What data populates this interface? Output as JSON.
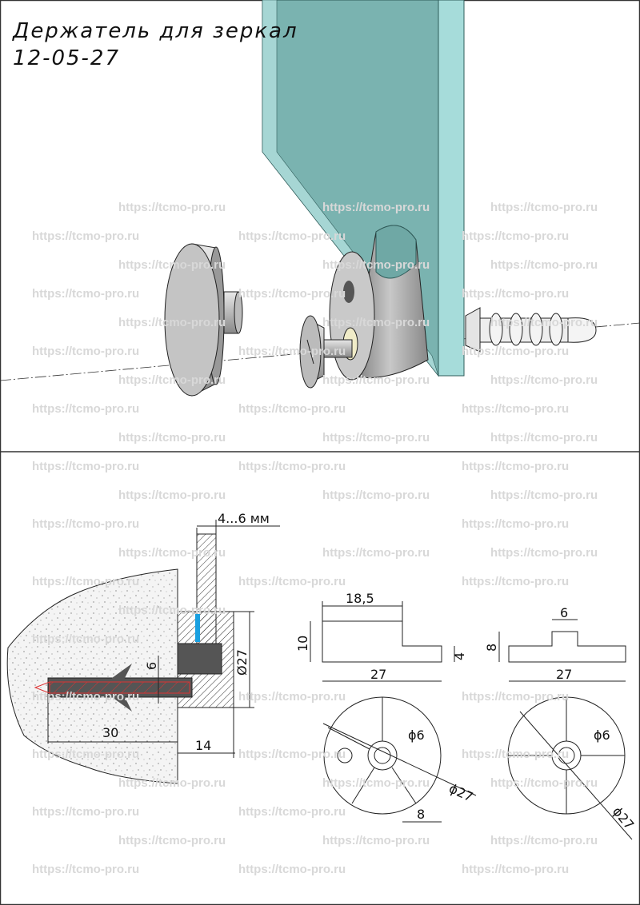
{
  "title": "Держатель для зеркал",
  "code": "12-05-27",
  "watermark": "https://tcmo-pro.ru",
  "section": {
    "glass_thickness": "4...6 мм",
    "diameter": "Ø27",
    "hole_dia": "6",
    "depth": "30",
    "height": "14"
  },
  "part1": {
    "top_width": "18,5",
    "height": "10",
    "width": "27",
    "step": "4",
    "hole": "ϕ6",
    "diameter": "ϕ27",
    "offset": "8"
  },
  "part2": {
    "boss_width": "6",
    "height": "8",
    "width": "27",
    "hole": "ϕ6",
    "diameter": "ϕ27"
  },
  "colors": {
    "glass_front": "#7ab3b0",
    "glass_edge": "#a6dcda",
    "glass_side": "#96c9c7",
    "accent": "#1aa0e0",
    "screw": "#e02020"
  }
}
